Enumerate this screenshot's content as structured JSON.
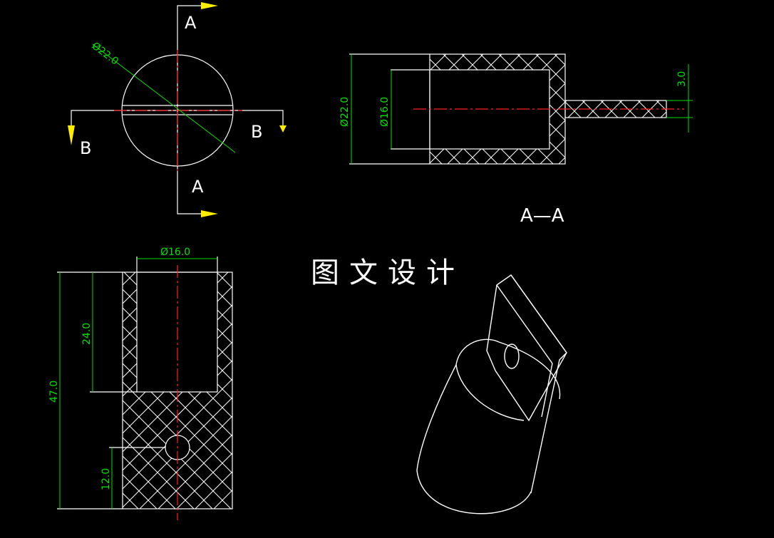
{
  "colors": {
    "background": "#000000",
    "outline": "#ffffff",
    "dimension": "#00e000",
    "centerline": "#ff2020",
    "arrow": "#ffee00"
  },
  "watermark": "图文设计",
  "section_labels": {
    "a_top": "A",
    "a_bottom": "A",
    "b_left": "B",
    "b_right": "B",
    "section_title": "A—A"
  },
  "dimensions": {
    "top_dia": "Ø22.0",
    "section_outer_dia": "Ø22.0",
    "section_inner_dia": "Ø16.0",
    "section_tab_thickness": "3.0",
    "front_bore_dia": "Ø16.0",
    "front_bore_depth": "24.0",
    "front_total_height": "47.0",
    "front_hole_height": "12.0"
  }
}
